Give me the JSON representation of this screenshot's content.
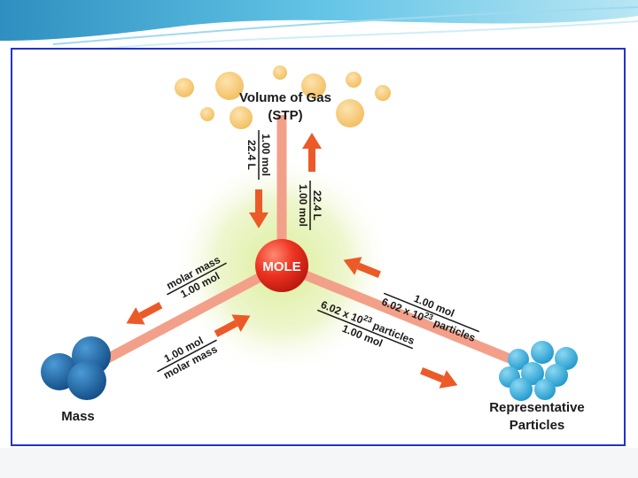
{
  "diagram": {
    "center": {
      "label": "MOLE"
    },
    "gas": {
      "title_line1": "Volume of Gas",
      "title_line2": "(STP)"
    },
    "mass": {
      "label": "Mass"
    },
    "particles": {
      "label_line1": "Representative",
      "label_line2": "Particles"
    },
    "conversions": {
      "gas_to_mole": {
        "numerator": "1.00 mol",
        "denominator": "22.4 L"
      },
      "mole_to_gas": {
        "numerator": "22.4 L",
        "denominator": "1.00 mol"
      },
      "mole_to_mass": {
        "numerator": "molar mass",
        "denominator": "1.00 mol"
      },
      "mass_to_mole": {
        "numerator": "1.00 mol",
        "denominator": "molar mass"
      },
      "particles_to_mole": {
        "numerator": "1.00 mol",
        "denominator_base": "6.02 x 10",
        "denominator_exp": "23",
        "denominator_tail": " particles"
      },
      "mole_to_particles": {
        "numerator_base": "6.02 x 10",
        "numerator_exp": "23",
        "numerator_tail": " particles",
        "denominator": "1.00 mol"
      }
    }
  },
  "colors": {
    "frame": "#2233cc",
    "center_sphere": "#ee3322",
    "connector": "#f3a08a",
    "arrow": "#ec5a28",
    "gas_bubble": "#f6cc7a",
    "mass_sphere": "#1e6aa8",
    "particle_sphere": "#3fb0de",
    "glow": "#cfe59a",
    "banner": "#4ab3dc"
  }
}
